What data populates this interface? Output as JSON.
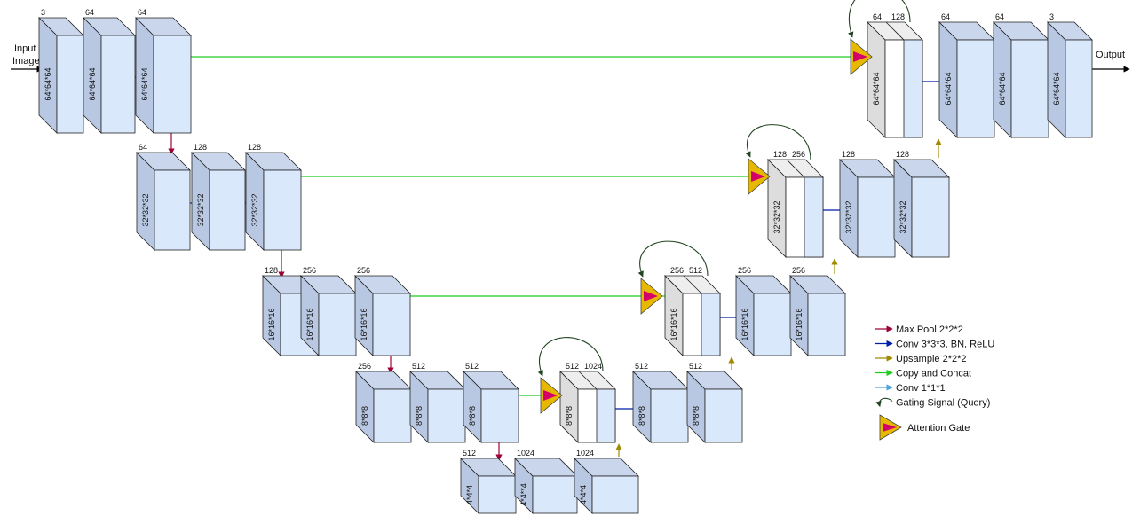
{
  "io": {
    "input_line1": "Input",
    "input_line2": "Image",
    "output": "Output"
  },
  "colors": {
    "maxpool": "#a0003a",
    "conv": "#001fa8",
    "upsample": "#a08a00",
    "copy": "#22cc22",
    "conv1": "#4aa3df",
    "gating": "#224422",
    "gate_fill": "#e6b800",
    "gate_inner": "#d4006a",
    "block_front": "#dae8fc",
    "block_top": "#c9d6ec",
    "block_side": "#b9c8e2",
    "concat_front": "#ffffff",
    "concat_top": "#eeeeee",
    "concat_side": "#dddddd"
  },
  "blocks": [
    {
      "id": "enc1a",
      "kind": "plain",
      "channels": "3",
      "size": "64*64*64"
    },
    {
      "id": "enc1b",
      "kind": "plain",
      "channels": "64",
      "size": "64*64*64"
    },
    {
      "id": "enc1c",
      "kind": "plain",
      "channels": "64",
      "size": "64*64*64"
    },
    {
      "id": "enc2a",
      "kind": "plain",
      "channels": "64",
      "size": "32*32*32"
    },
    {
      "id": "enc2b",
      "kind": "plain",
      "channels": "128",
      "size": "32*32*32"
    },
    {
      "id": "enc2c",
      "kind": "plain",
      "channels": "128",
      "size": "32*32*32"
    },
    {
      "id": "enc3a",
      "kind": "plain",
      "channels": "128",
      "size": "16*16*16"
    },
    {
      "id": "enc3b",
      "kind": "plain",
      "channels": "256",
      "size": "16*16*16"
    },
    {
      "id": "enc3c",
      "kind": "plain",
      "channels": "256",
      "size": "16*16*16"
    },
    {
      "id": "enc4a",
      "kind": "plain",
      "channels": "256",
      "size": "8*8*8"
    },
    {
      "id": "enc4b",
      "kind": "plain",
      "channels": "512",
      "size": "8*8*8"
    },
    {
      "id": "enc4c",
      "kind": "plain",
      "channels": "512",
      "size": "8*8*8"
    },
    {
      "id": "bot1",
      "kind": "plain",
      "channels": "512",
      "size": "4*4*4"
    },
    {
      "id": "bot2",
      "kind": "plain",
      "channels": "1024",
      "size": "4*4**4"
    },
    {
      "id": "bot3",
      "kind": "plain",
      "channels": "1024",
      "size": "4*4*4"
    },
    {
      "id": "dec4cat",
      "kind": "concat",
      "channels": "512",
      "channels2": "1024",
      "size": "8*8*8"
    },
    {
      "id": "dec4b",
      "kind": "plain",
      "channels": "512",
      "size": "8*8*8"
    },
    {
      "id": "dec4c",
      "kind": "plain",
      "channels": "512",
      "size": "8*8*8"
    },
    {
      "id": "dec3cat",
      "kind": "concat",
      "channels": "256",
      "channels2": "512",
      "size": "16*16*16"
    },
    {
      "id": "dec3b",
      "kind": "plain",
      "channels": "256",
      "size": "16*16*16"
    },
    {
      "id": "dec3c",
      "kind": "plain",
      "channels": "256",
      "size": "16*16*16"
    },
    {
      "id": "dec2cat",
      "kind": "concat",
      "channels": "128",
      "channels2": "256",
      "size": "32*32*32"
    },
    {
      "id": "dec2b",
      "kind": "plain",
      "channels": "128",
      "size": "32*32*32"
    },
    {
      "id": "dec2c",
      "kind": "plain",
      "channels": "128",
      "size": "32*32*32"
    },
    {
      "id": "dec1cat",
      "kind": "concat",
      "channels": "64",
      "channels2": "128",
      "size": "64*64*64"
    },
    {
      "id": "dec1b",
      "kind": "plain",
      "channels": "64",
      "size": "64*64*64"
    },
    {
      "id": "dec1c",
      "kind": "plain",
      "channels": "64",
      "size": "64*64*64"
    },
    {
      "id": "out",
      "kind": "plain",
      "channels": "3",
      "size": "64*64*64"
    }
  ],
  "legend": [
    {
      "key": "maxpool",
      "label": "Max Pool 2*2*2"
    },
    {
      "key": "conv",
      "label": "Conv 3*3*3, BN, ReLU"
    },
    {
      "key": "upsample",
      "label": "Upsample 2*2*2"
    },
    {
      "key": "copy",
      "label": "Copy and Concat"
    },
    {
      "key": "conv1",
      "label": "Conv 1*1*1"
    },
    {
      "key": "gating",
      "label": "Gating Signal (Query)"
    },
    {
      "key": "gate",
      "label": "Attention Gate"
    }
  ]
}
